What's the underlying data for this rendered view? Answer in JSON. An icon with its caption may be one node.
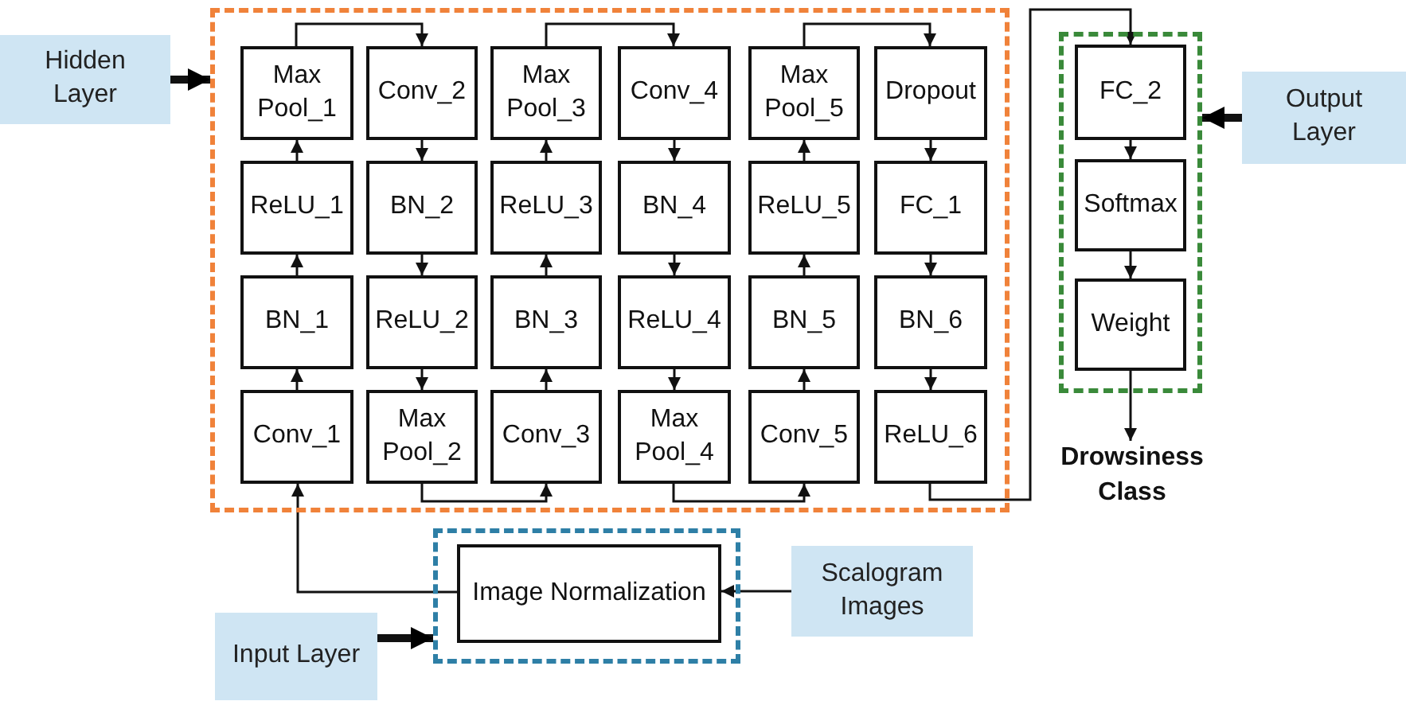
{
  "diagram": {
    "nodes": [
      {
        "text": [
          "Hidden Layer"
        ]
      },
      {
        "text": [],
        "shape": "box"
      },
      {
        "text": [
          "Max Pool_1"
        ],
        "in": 1
      },
      {
        "text": [
          "Conv_2"
        ],
        "in": 1
      },
      {
        "text": [
          "Max Pool_3"
        ],
        "in": 1
      },
      {
        "text": [
          "Conv_4"
        ],
        "in": 1
      },
      {
        "text": [
          "Max Pool_5"
        ],
        "in": 1
      },
      {
        "text": [
          "Dropout"
        ],
        "in": 1
      },
      {
        "text": [
          "ReLU_1"
        ],
        "in": 1
      },
      {
        "text": [
          "BN_2"
        ],
        "in": 1
      },
      {
        "text": [
          "ReLU_3"
        ],
        "in": 1
      },
      {
        "text": [
          "BN_4"
        ],
        "in": 1
      },
      {
        "text": [
          "ReLU_5"
        ],
        "in": 1
      },
      {
        "text": [
          "FC_1"
        ],
        "in": 1
      },
      {
        "text": [
          "BN_1"
        ],
        "in": 1
      },
      {
        "text": [
          "ReLU_2"
        ],
        "in": 1
      },
      {
        "text": [
          "BN_3"
        ],
        "in": 1
      },
      {
        "text": [
          "ReLU_4"
        ],
        "in": 1
      },
      {
        "text": [
          "BN_5"
        ],
        "in": 1
      },
      {
        "text": [
          "BN_6"
        ],
        "in": 1
      },
      {
        "text": [
          "Conv_1"
        ],
        "in": 1
      },
      {
        "text": [
          "Max Pool_2"
        ],
        "in": 1
      },
      {
        "text": [
          "Conv_3"
        ],
        "in": 1
      },
      {
        "text": [
          "Max Pool_4"
        ],
        "in": 1
      },
      {
        "text": [
          "Conv_5"
        ],
        "in": 1
      },
      {
        "text": [
          "ReLU_6"
        ],
        "in": 1
      },
      {
        "text": [],
        "shape": "box"
      },
      {
        "text": [
          "FC_2"
        ],
        "in": 26
      },
      {
        "text": [
          "Softmax"
        ],
        "in": 26
      },
      {
        "text": [
          "Weight"
        ],
        "in": 26
      },
      {
        "text": [
          "Output Layer"
        ]
      },
      {
        "text": [
          "Drowsiness Class"
        ]
      },
      {
        "text": [],
        "shape": "box"
      },
      {
        "text": [
          "Image Normalization"
        ],
        "in": 32
      },
      {
        "text": [
          "Scalogram Images"
        ]
      },
      {
        "text": [
          "Input Layer"
        ]
      }
    ],
    "edges": [
      {
        "from": 0,
        "to": 1,
        "arrow": "to",
        "style": "thick"
      },
      {
        "from": 34,
        "to": 33,
        "arrow": "to"
      },
      {
        "from": 35,
        "to": 32,
        "arrow": "to",
        "style": "thick"
      },
      {
        "from": 33,
        "to": 20,
        "arrow": "to"
      },
      {
        "from": 20,
        "to": 14,
        "arrow": "to"
      },
      {
        "from": 14,
        "to": 8,
        "arrow": "to"
      },
      {
        "from": 8,
        "to": 2,
        "arrow": "to"
      },
      {
        "from": 2,
        "to": 3,
        "arrow": "to"
      },
      {
        "from": 3,
        "to": 9,
        "arrow": "to"
      },
      {
        "from": 9,
        "to": 15,
        "arrow": "to"
      },
      {
        "from": 15,
        "to": 21,
        "arrow": "to"
      },
      {
        "from": 21,
        "to": 22,
        "arrow": "to"
      },
      {
        "from": 22,
        "to": 16,
        "arrow": "to"
      },
      {
        "from": 16,
        "to": 10,
        "arrow": "to"
      },
      {
        "from": 10,
        "to": 4,
        "arrow": "to"
      },
      {
        "from": 4,
        "to": 5,
        "arrow": "to"
      },
      {
        "from": 5,
        "to": 11,
        "arrow": "to"
      },
      {
        "from": 11,
        "to": 17,
        "arrow": "to"
      },
      {
        "from": 17,
        "to": 23,
        "arrow": "to"
      },
      {
        "from": 23,
        "to": 24,
        "arrow": "to"
      },
      {
        "from": 24,
        "to": 18,
        "arrow": "to"
      },
      {
        "from": 18,
        "to": 12,
        "arrow": "to"
      },
      {
        "from": 12,
        "to": 6,
        "arrow": "to"
      },
      {
        "from": 6,
        "to": 7,
        "arrow": "to"
      },
      {
        "from": 7,
        "to": 13,
        "arrow": "to"
      },
      {
        "from": 13,
        "to": 19,
        "arrow": "to"
      },
      {
        "from": 19,
        "to": 25,
        "arrow": "to"
      },
      {
        "from": 25,
        "to": 27,
        "arrow": "to"
      },
      {
        "from": 27,
        "to": 28,
        "arrow": "to"
      },
      {
        "from": 28,
        "to": 29,
        "arrow": "to"
      },
      {
        "from": 29,
        "to": 31,
        "arrow": "to"
      },
      {
        "from": 30,
        "to": 26,
        "arrow": "to",
        "style": "thick"
      }
    ]
  }
}
